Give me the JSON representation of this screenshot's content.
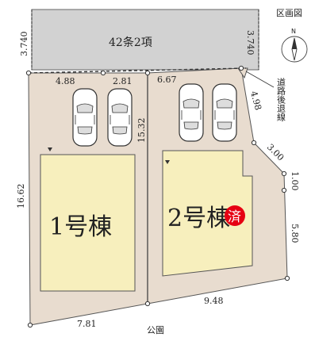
{
  "title": "区画図",
  "north_label": "N",
  "road": {
    "label": "42条2項",
    "setback_left": "3.740",
    "setback_right": "3.740"
  },
  "setback_note": "道路後退線",
  "dimensions": {
    "top_lot1_a": "4.88",
    "top_lot1_b": "2.81",
    "top_lot2": "6.67",
    "right_upper": "4.98",
    "right_diag": "3.00",
    "right_short": "1.00",
    "right_lower": "5.80",
    "left": "16.62",
    "divider": "15.32",
    "bottom_lot1": "7.81",
    "bottom_lot2": "9.48"
  },
  "lots": [
    {
      "label": "1号棟"
    },
    {
      "label": "2号棟",
      "badge": "済"
    }
  ],
  "park_label": "公園",
  "colors": {
    "lot_fill": "#e8dccf",
    "house_fill": "#f7efbd",
    "road_fill": "#d2d2d2",
    "badge": "#e60012"
  }
}
